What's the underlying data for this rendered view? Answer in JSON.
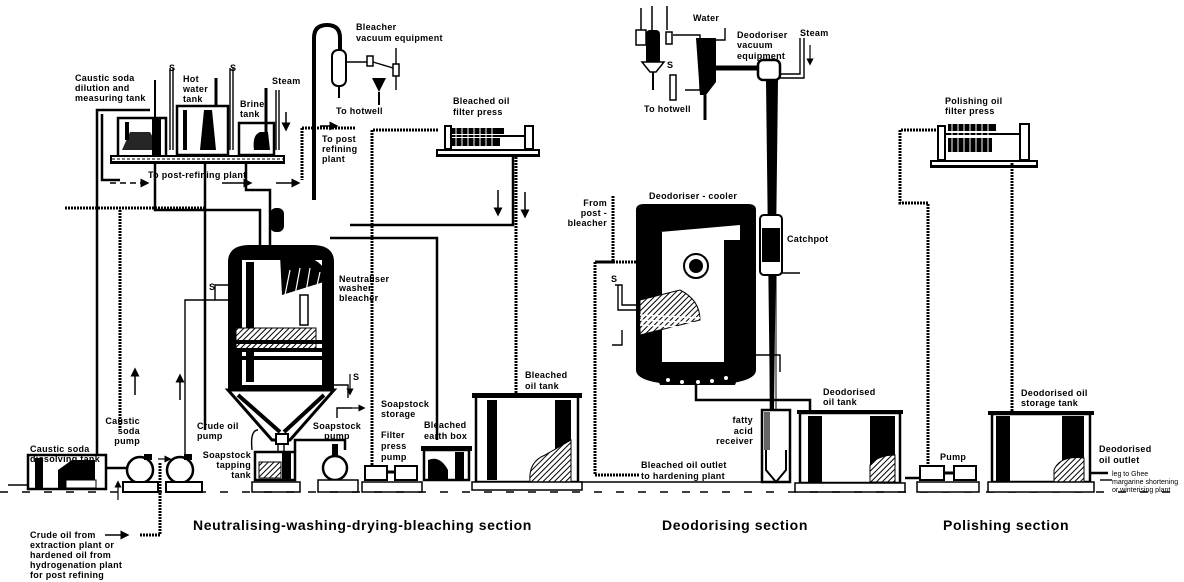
{
  "figure": {
    "title": "Oil refining plant flow diagram",
    "sections": {
      "neutralising": "Neutralising-washing-drying-bleaching section",
      "deodorising": "Deodorising section",
      "polishing": "Polishing section"
    },
    "labels": {
      "caustic_dilution_tank": [
        "Caustic soda",
        "dilution and",
        "measuring tank"
      ],
      "steam_marker_1": "S",
      "steam_marker_2": "S",
      "hot_water_tank": [
        "Hot",
        "water",
        "tank"
      ],
      "brine_tank": [
        "Brine",
        "tank"
      ],
      "steam_top": "Steam",
      "to_post_refining_plant_horizontal": "To post-refining plant",
      "bleacher_vacuum": [
        "Bleacher",
        "vacuum equipment"
      ],
      "to_hotwell_bleacher": "To hotwell",
      "to_post_refining_plant_vertical": [
        "To post",
        "refining",
        "plant"
      ],
      "bleached_oil_filter_press": [
        "Bleached oil",
        "filter press"
      ],
      "neutraliser": [
        "Neutraliser",
        "washer",
        "bleacher"
      ],
      "steam_marker_vessel": "S",
      "steam_marker_vessel_bottom": "S",
      "caustic_soda_pump": [
        "Caustic",
        "soda",
        "pump"
      ],
      "crude_oil_pump": [
        "Crude oil",
        "pump"
      ],
      "caustic_dissolving_tank": [
        "Caustic soda",
        "dissolving tank"
      ],
      "soapstock_tapping_tank": [
        "Soapstock",
        "tapping",
        "tank"
      ],
      "soapstock_pump": [
        "Soapstock",
        "pump"
      ],
      "soapstock_storage": [
        "Soapstock",
        "storage"
      ],
      "filter_press_pump": [
        "Filter",
        "press",
        "pump"
      ],
      "bleached_earth_box": [
        "Bleached",
        "earth box"
      ],
      "bleached_oil_tank": [
        "Bleached",
        "oil tank"
      ],
      "crude_oil_source": [
        "Crude oil from",
        "extraction plant or",
        "hardened oil from",
        "hydrogenation plant",
        "for post refining"
      ],
      "water": "Water",
      "deodoriser_vacuum": [
        "Deodoriser",
        "vacuum",
        "equipment"
      ],
      "steam_deo": "Steam",
      "steam_marker_deo_vac": "S",
      "to_hotwell_deo": "To hotwell",
      "deodoriser_cooler": "Deodoriser - cooler",
      "from_post_bleacher": [
        "From",
        "post -",
        "bleacher"
      ],
      "steam_marker_deo": "S",
      "catchpot": "Catchpot",
      "fatty_acid_receiver": [
        "fatty",
        "acid",
        "receiver"
      ],
      "bleached_oil_outlet": [
        "Bleached oil outlet",
        "to hardening plant"
      ],
      "deodorised_oil_tank": [
        "Deodorised",
        "oil tank"
      ],
      "polishing_filter_press": [
        "Polishing oil",
        "filter press"
      ],
      "pump": "Pump",
      "deodorised_storage_tank": [
        "Deodorised oil",
        "storage tank"
      ],
      "deodorised_oil_outlet": [
        "Deodorised",
        "oil outlet"
      ],
      "outlet_destination": [
        "leg to Ghee",
        "margarine shortening",
        "or winterising plant"
      ]
    }
  }
}
